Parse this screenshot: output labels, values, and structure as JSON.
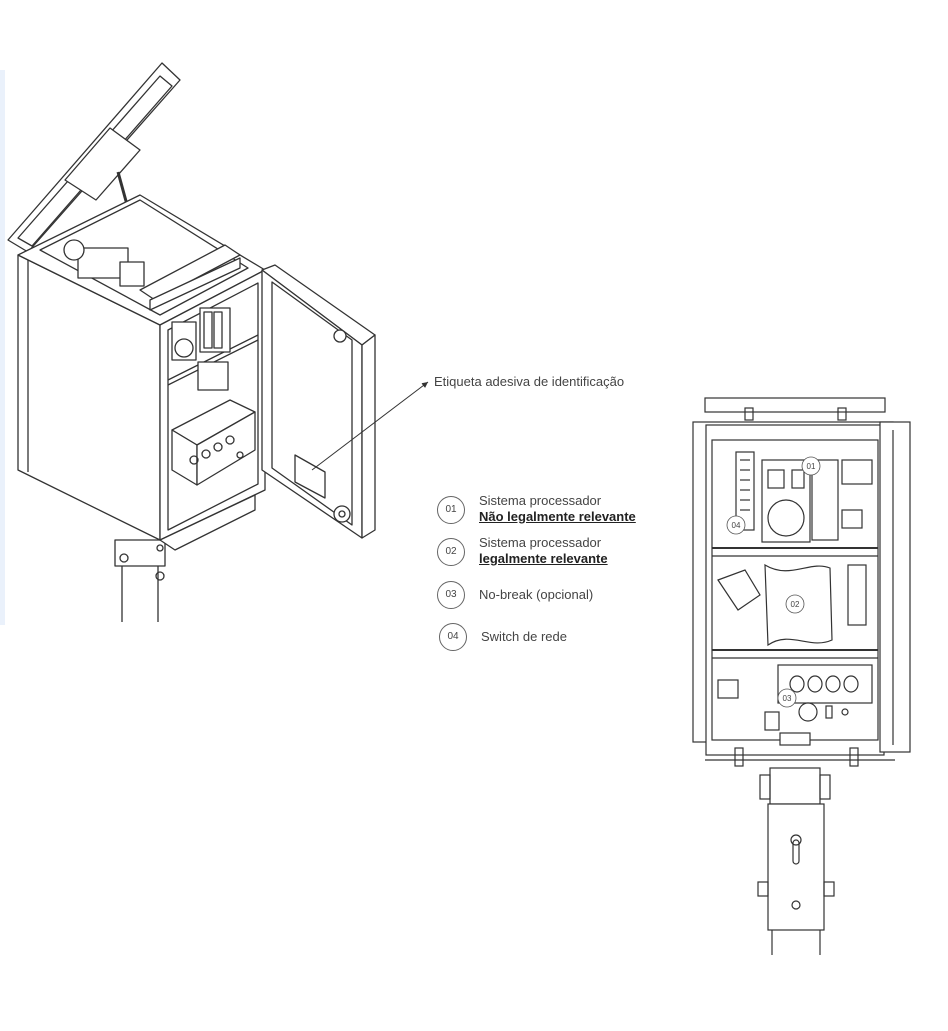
{
  "callout": {
    "text": "Etiqueta adesiva de identificação"
  },
  "legend": [
    {
      "num": "01",
      "line1": "Sistema processador",
      "line2": "Não legalmente relevante"
    },
    {
      "num": "02",
      "line1": "Sistema processador",
      "line2": "legalmente relevante"
    },
    {
      "num": "03",
      "line1": "No-break (opcional)",
      "line2": ""
    },
    {
      "num": "04",
      "line1": "Switch de rede",
      "line2": ""
    }
  ],
  "front_view_tags": {
    "t01": "01",
    "t02": "02",
    "t03": "03",
    "t04": "04"
  }
}
